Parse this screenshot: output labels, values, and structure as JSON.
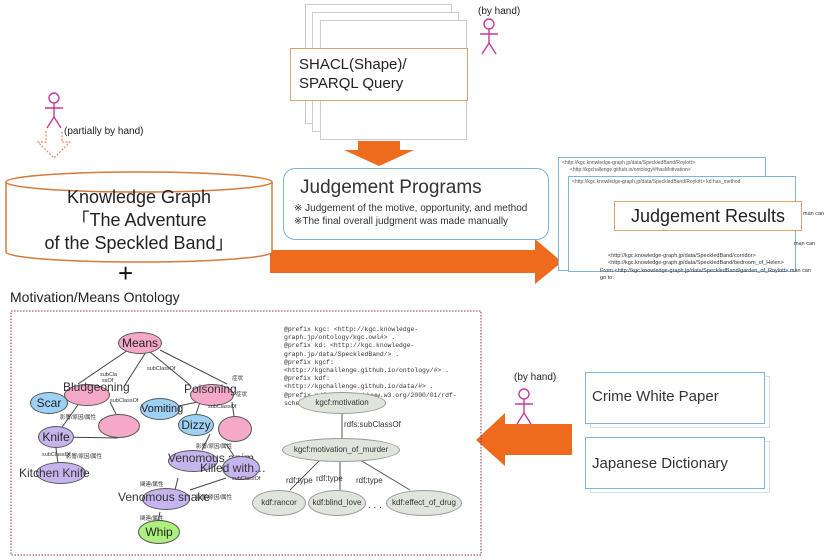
{
  "shacl": {
    "hand_label": "(by hand)",
    "title_line1": "SHACL(Shape)/",
    "title_line2": "SPARQL Query"
  },
  "knowledge_graph": {
    "partially_label": "(partially by hand)",
    "line1": "Knowledge Graph",
    "line2": "「The Adventure",
    "line3": "of the Speckled Band」",
    "plus": "+",
    "ontology": "Motivation/Means Ontology"
  },
  "judgement_programs": {
    "title": "Judgement Programs",
    "line1": "※ Judgement of the motive, opportunity, and method",
    "line2": "※The final overall judgment was made manually"
  },
  "judgement_results": {
    "title": "Judgement Results",
    "doc_line1": "<http://kgc.knowledge-graph.jp/data/SpeckledBand/Roylott>",
    "doc_line2": "<http://kgchallenge.github.io/ontology/#hasMotivation>",
    "doc_line3": "<http://kgc.knowledge-graph.jp/data/SpeckledBand/Roylott> kd:has_method",
    "doc_line4": "<http://kgc.knowledge-graph.jp/data/SpeckledBand/corridor>",
    "doc_line5": "<http://kgc.knowledge-graph.jp/data/SpeckledBand/bedroom_of_Helen>",
    "doc_line6": "From <http://kgc.knowledge-graph.jp/data/SpeckledBand/garden_of_Roylott> man can",
    "doc_line7": "go to:",
    "side1": "man can",
    "side2": "man can"
  },
  "sources": {
    "hand_label": "(by hand)",
    "crime": "Crime White Paper",
    "dictionary": "Japanese Dictionary"
  },
  "ontology_graph": {
    "nodes": {
      "means": "Means",
      "bludgeoning": "Bludgeoning",
      "poisoning": "Poisoning",
      "scar": "Scar",
      "vomiting": "Vomiting",
      "dizzy": "Dizzy",
      "knife": "Knife",
      "kitchen_knife": "Kitchen Knife",
      "venomous_animal": "Venomous anim",
      "killed_with": "Killed with…",
      "venomous_snake": "Venomous snake",
      "whip": "Whip"
    },
    "edges": {
      "subclassof": "subClassOf",
      "subcla": "subCla",
      "ssof": "ssOf",
      "jp1": "症状",
      "jp2": "症状",
      "jp3": "影響/原因/属性",
      "jp4": "影響/原因/属性",
      "jp5": "影響/原因/属性",
      "jp6": "影響/原因/属性",
      "jp7": "関連/属性",
      "jp8": "関連/属性"
    }
  },
  "turtle": {
    "prefixes": "@prefix kgc: <http://kgc.knowledge-graph.jp/ontology/kgc.owl#> .\n@prefix kd: <http://kgc.knowledge-graph.jp/data/SpeckledBand/> .\n@prefix kgcf: <http://kgchallenge.github.io/ontology/#> .\n@prefix kdf: <http://kgchallenge.github.io/data/#> .\n@prefix rdfs: <http://www.w3.org/2000/01/rdf-schema#> .",
    "motivation": "kgcf:motivation",
    "rdfs_subclassof": "rdfs:subClassOf",
    "motivation_of_murder": "kgcf:motivation_of_murder",
    "rdf_type1": "rdf:type",
    "rdf_type2": "rdf:type",
    "rdf_type3": "rdf:type",
    "rancor": "kdf:rancor",
    "blind_love": "kdf:blind_love",
    "dots": ". . .",
    "effect_of_drug": "kdf:effect_of_drug"
  },
  "colors": {
    "arrow": "#ee6a1c",
    "orange_border": "#d9a56a",
    "blue_border": "#7fb5dc",
    "pink": "#f5a8c8",
    "light_blue": "#9fd1f5",
    "purple": "#c6b4ee",
    "green": "#aef07e",
    "gray_green": "#dfe5da",
    "frame": "#a02a3a"
  }
}
